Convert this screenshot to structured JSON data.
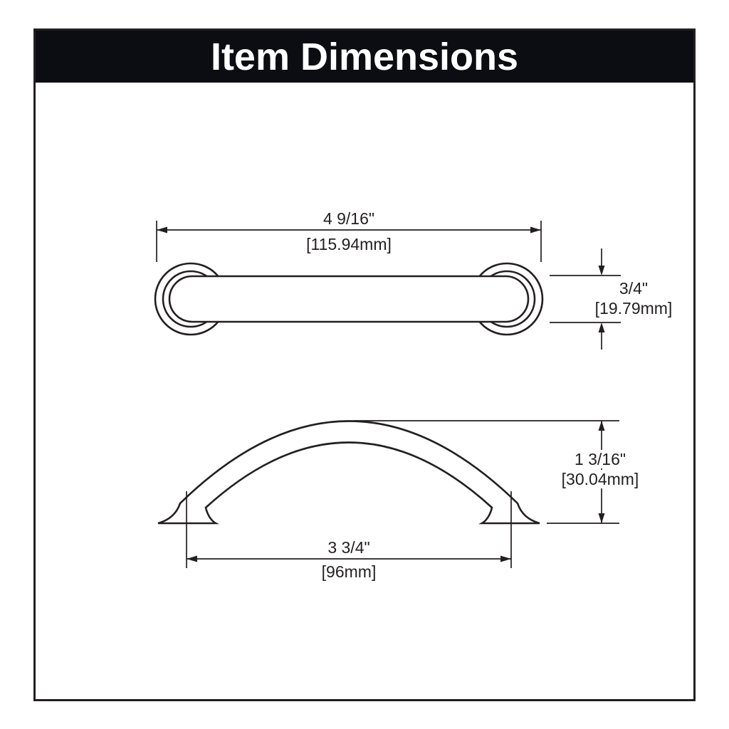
{
  "header": {
    "title": "Item Dimensions"
  },
  "diagram": {
    "top_view": {
      "width_label": {
        "inches": "4 9/16\"",
        "mm": "[115.94mm]"
      },
      "height_label": {
        "inches": "3/4\"",
        "mm": "[19.79mm]"
      }
    },
    "side_view": {
      "height_label": {
        "inches": "1 3/16\"",
        "mm": "[30.04mm]"
      },
      "center_to_center_label": {
        "inches": "3 3/4\"",
        "mm": "[96mm]"
      }
    }
  },
  "colors": {
    "line": "#231f20",
    "header_bg": "#0c0d12",
    "header_text": "#ffffff",
    "background": "#ffffff"
  }
}
